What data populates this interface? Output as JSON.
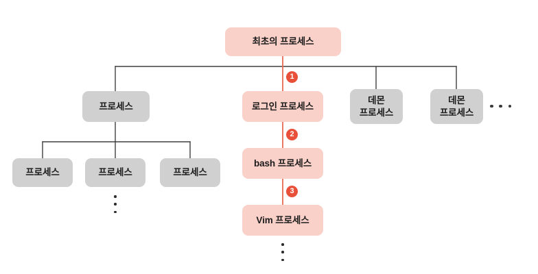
{
  "diagram": {
    "title_text": "",
    "colors": {
      "background": "#ffffff",
      "pink_fill": "#fad1c9",
      "gray_fill": "#d0d0d0",
      "edge_gray": "#3f3f3f",
      "edge_pink": "#ea6a55",
      "badge_red": "#e8503a",
      "text": "#1b1b1b"
    },
    "nodes": {
      "root": "최초의 프로세스",
      "level2_process": "프로세스",
      "level2_login": "로그인 프로세스",
      "level2_daemon_a": "데몬\n프로세스",
      "level2_daemon_b": "데몬\n프로세스",
      "level3_process_a": "프로세스",
      "level3_process_b": "프로세스",
      "level3_process_c": "프로세스",
      "chain_bash": "bash 프로세스",
      "chain_vim": "Vim 프로세스"
    },
    "badges": {
      "one": "1",
      "two": "2",
      "three": "3"
    },
    "ellipses": {
      "right_of_daemons": "…",
      "below_process_b": "⋮",
      "below_vim": "⋮"
    }
  }
}
